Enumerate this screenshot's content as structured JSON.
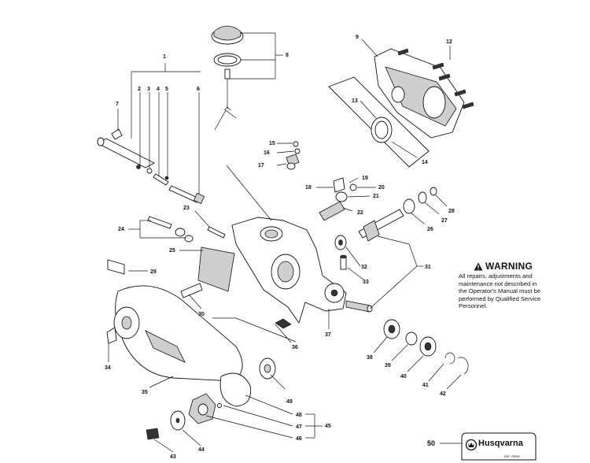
{
  "parts": {
    "p1": "1",
    "p2": "2",
    "p3": "3",
    "p4": "4",
    "p5": "5",
    "p6": "6",
    "p7": "7",
    "p8": "8",
    "p9": "9",
    "p12": "12",
    "p13": "13",
    "p14": "14",
    "p15": "15",
    "p16": "16",
    "p17": "17",
    "p18": "18",
    "p19": "19",
    "p20": "20",
    "p21": "21",
    "p22": "22",
    "p23": "23",
    "p24": "24",
    "p25": "25",
    "p26": "26",
    "p27": "27",
    "p28": "28",
    "p29": "29",
    "p30": "30",
    "p31": "31",
    "p32": "32",
    "p33": "33",
    "p34": "34",
    "p35": "35",
    "p36": "36",
    "p37": "37",
    "p38": "38",
    "p39": "39",
    "p40": "40",
    "p41": "41",
    "p42": "42",
    "p43": "43",
    "p44": "44",
    "p45": "45",
    "p46": "46",
    "p47": "47",
    "p48": "48",
    "p49": "49",
    "p50": "50"
  },
  "warning": {
    "title": "WARNING",
    "body": "All repairs, adjustments and\nmaintenance not described in\nthe Operator's Manual must be\nperformed by Qualified Service\nPersonnel."
  },
  "logo": {
    "brand": "Husqvarna",
    "small_print": "PAT. PEND."
  }
}
